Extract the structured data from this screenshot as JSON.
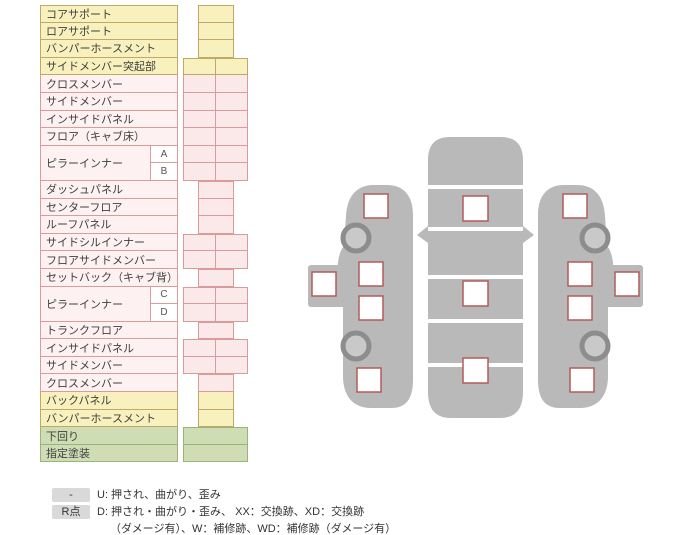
{
  "page": {
    "background": "#ffffff"
  },
  "table": {
    "rows": [
      {
        "label": "コアサポート",
        "group": "yellow",
        "cells": "narrow"
      },
      {
        "label": "ロアサポート",
        "group": "yellow",
        "cells": "narrow"
      },
      {
        "label": "バンパーホースメント",
        "group": "yellow",
        "cells": "narrow"
      },
      {
        "label": "サイドメンバー突起部",
        "group": "yellow",
        "cells": "split"
      },
      {
        "label": "クロスメンバー",
        "group": "pink",
        "cells": "split"
      },
      {
        "label": "サイドメンバー",
        "group": "pink",
        "cells": "split"
      },
      {
        "label": "インサイドパネル",
        "group": "pink",
        "cells": "split"
      },
      {
        "label": "フロア（キャブ床）",
        "group": "pink",
        "cells": "split"
      },
      {
        "label": "ピラーインナー",
        "sub": [
          "A",
          "B"
        ],
        "group": "pink",
        "cells": "split"
      },
      {
        "label": "ダッシュパネル",
        "group": "pink",
        "cells": "narrow"
      },
      {
        "label": "センターフロア",
        "group": "pink",
        "cells": "narrow"
      },
      {
        "label": "ルーフパネル",
        "group": "pink",
        "cells": "narrow"
      },
      {
        "label": "サイドシルインナー",
        "group": "pink",
        "cells": "split"
      },
      {
        "label": "フロアサイドメンバー",
        "group": "pink",
        "cells": "split"
      },
      {
        "label": "セットバック（キャブ背）",
        "group": "pink",
        "cells": "narrow"
      },
      {
        "label": "ピラーインナー",
        "sub": [
          "C",
          "D"
        ],
        "group": "pink",
        "cells": "split"
      },
      {
        "label": "トランクフロア",
        "group": "pink",
        "cells": "narrow"
      },
      {
        "label": "インサイドパネル",
        "group": "pink",
        "cells": "split"
      },
      {
        "label": "サイドメンバー",
        "group": "pink",
        "cells": "split"
      },
      {
        "label": "クロスメンバー",
        "group": "pink",
        "cells": "narrow"
      },
      {
        "label": "バックパネル",
        "group": "yellow",
        "cells": "narrow"
      },
      {
        "label": "バンパーホースメント",
        "group": "yellow",
        "cells": "narrow"
      },
      {
        "label": "下回り",
        "group": "green",
        "cells": "wide"
      },
      {
        "label": "指定塗装",
        "group": "green",
        "cells": "wide"
      }
    ]
  },
  "legend": {
    "items": [
      {
        "badge": "-",
        "text": "U: 押され、曲がり、歪み"
      },
      {
        "badge": "R点",
        "text": "D: 押され・曲がり・歪み、 XX：交換跡、XD：交換跡",
        "text2": "（ダメージ有）、W：補修跡、WD：補修跡（ダメージ有）"
      }
    ]
  },
  "diagram": {
    "markers": [
      "marker-left-outer-sill",
      "marker-left-front-pillar",
      "marker-left-center-upper",
      "marker-left-center-lower",
      "marker-left-rear-quarter",
      "marker-center-front",
      "marker-center-floor",
      "marker-center-rear",
      "marker-right-front-pillar",
      "marker-right-center-upper",
      "marker-right-center-lower",
      "marker-right-rear-quarter",
      "marker-right-outer-sill"
    ]
  },
  "colors": {
    "yellow_bg": "#f8f1bd",
    "yellow_border": "#bfa968",
    "pink_bg": "#fdf1f1",
    "pink_cell_bg": "#fbe9ea",
    "pink_border": "#d89c9c",
    "green_bg": "#cfddb5",
    "green_border": "#9ab378",
    "car_body": "#b9b9b9",
    "wheel_ring": "#8d8d8d",
    "marker_border": "#b25b5b",
    "badge_bg": "#d9d9d9"
  }
}
